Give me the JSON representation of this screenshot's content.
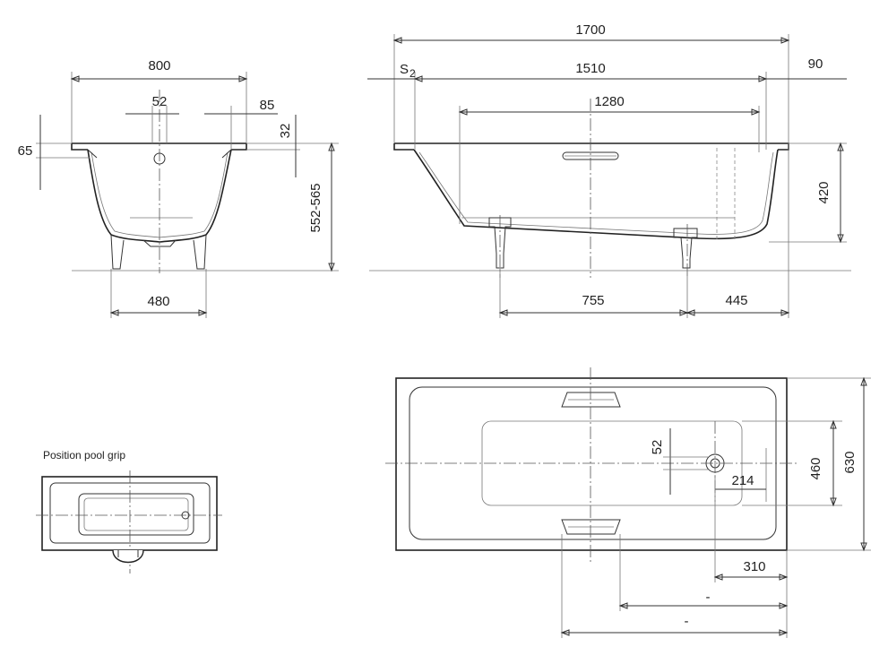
{
  "front_view": {
    "width_top": "800",
    "drain_offset": "52",
    "rim_width": "85",
    "rim_height": "32",
    "rim_drop": "65",
    "height_range": "552-565",
    "foot_spacing": "480"
  },
  "side_view": {
    "length_overall": "1700",
    "slope_marker": "S",
    "slope_subscript": "2",
    "rim_end": "90",
    "inner_length": "1510",
    "floor_length": "1280",
    "depth": "420",
    "foot_spacing": "755",
    "foot_end_offset": "445"
  },
  "plan_view": {
    "drain_offset": "52",
    "inner_width": "460",
    "outer_width": "630",
    "drain_to_edge": "214",
    "grip_to_end": "310",
    "grip_to_drain_placeholder": "-",
    "grip_span_placeholder": "-"
  },
  "pool_grip": {
    "caption": "Position pool grip"
  }
}
